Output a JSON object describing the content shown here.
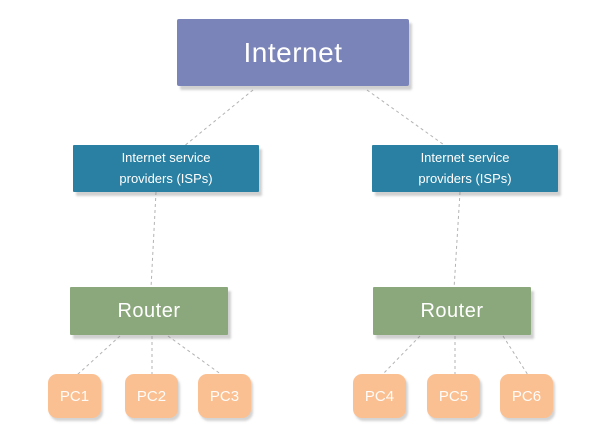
{
  "nodes": {
    "internet": {
      "label": "Internet"
    },
    "isps": [
      {
        "label": "Internet service providers (ISPs)"
      },
      {
        "label": "Internet service providers (ISPs)"
      }
    ],
    "routers": [
      {
        "label": "Router"
      },
      {
        "label": "Router"
      }
    ],
    "pcs": [
      {
        "label": "PC1"
      },
      {
        "label": "PC2"
      },
      {
        "label": "PC3"
      },
      {
        "label": "PC4"
      },
      {
        "label": "PC5"
      },
      {
        "label": "PC6"
      }
    ]
  },
  "connections": [
    {
      "from": "internet",
      "to": "isp-1"
    },
    {
      "from": "internet",
      "to": "isp-2"
    },
    {
      "from": "isp-1",
      "to": "router-1"
    },
    {
      "from": "isp-2",
      "to": "router-2"
    },
    {
      "from": "router-1",
      "to": "pc1"
    },
    {
      "from": "router-1",
      "to": "pc2"
    },
    {
      "from": "router-1",
      "to": "pc3"
    },
    {
      "from": "router-2",
      "to": "pc4"
    },
    {
      "from": "router-2",
      "to": "pc5"
    },
    {
      "from": "router-2",
      "to": "pc6"
    }
  ],
  "colors": {
    "internet": "#7b84b8",
    "isp": "#2a80a2",
    "router": "#8ba87c",
    "pc": "#fbc092",
    "connector": "#b3b3b3",
    "text": "#ffffff"
  }
}
